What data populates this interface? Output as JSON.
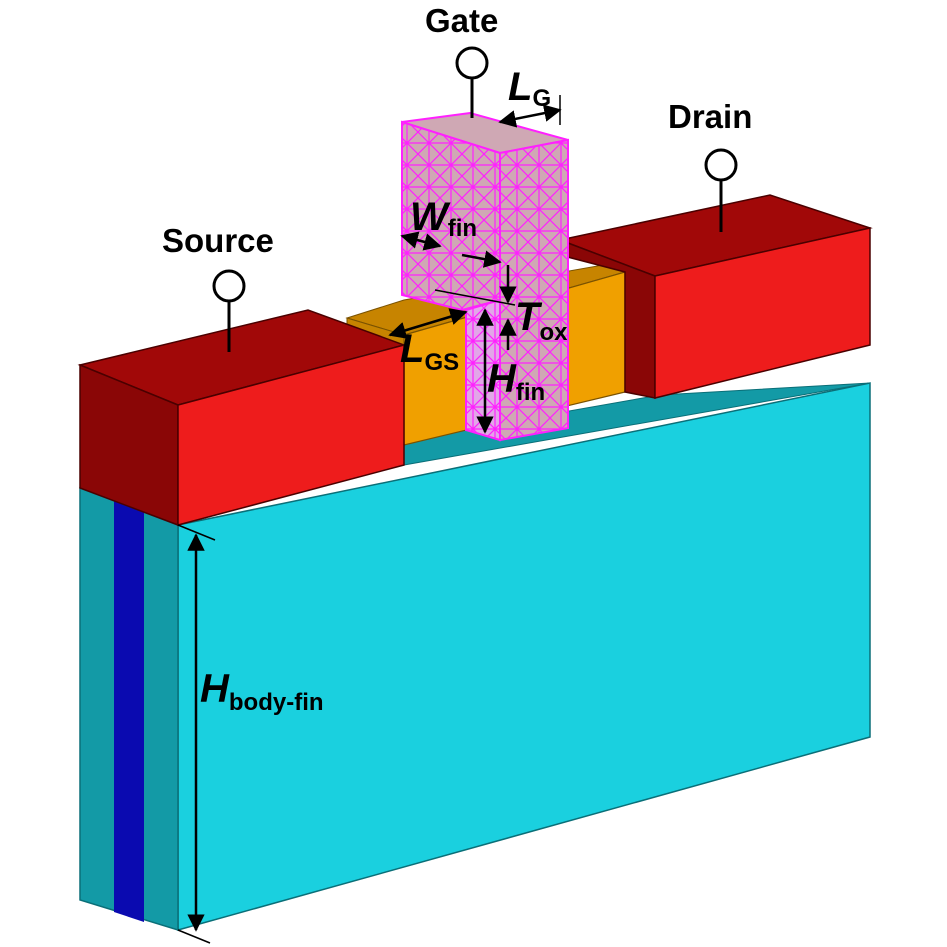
{
  "terminals": {
    "gate": "Gate",
    "drain": "Drain",
    "source": "Source"
  },
  "dimensions": {
    "lg": {
      "main": "L",
      "sub": "G"
    },
    "wfin": {
      "main": "W",
      "sub": "fin"
    },
    "tox": {
      "main": "T",
      "sub": "ox"
    },
    "lgs": {
      "main": "L",
      "sub": "GS"
    },
    "hfin": {
      "main": "H",
      "sub": "fin"
    },
    "hbody": {
      "main": "H",
      "sub": "body-fin"
    }
  },
  "colors": {
    "substrate_front": "#1ad0df",
    "substrate_side": "#139aa6",
    "substrate_stripe": "#0a0ab0",
    "contact_front": "#ee1c1c",
    "contact_top": "#a10808",
    "contact_side": "#8a0606",
    "spacer": "#f0a000",
    "gate_metal": "#cfa8b4",
    "gate_mesh": "#ff20ff"
  }
}
